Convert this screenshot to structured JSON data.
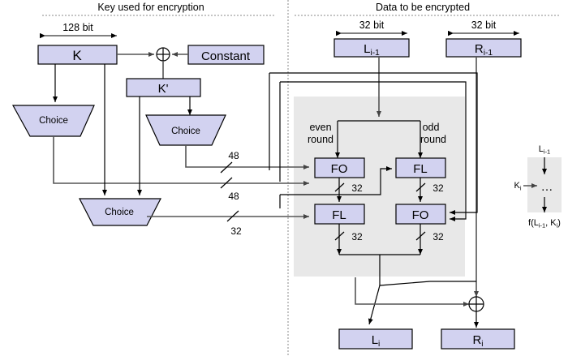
{
  "figure": {
    "title_left": "Key used for encryption",
    "title_right": "Data to be encrypted"
  },
  "key_section": {
    "dimension_label": "128 bit",
    "blocks": {
      "k": "K",
      "constant": "Constant",
      "k_prime": "K'"
    },
    "xor_symbol": "⊕",
    "choice_1": "Choice",
    "choice_2": "Choice",
    "choice_3": "Choice",
    "bus_labels": {
      "bus_48_a": "48",
      "bus_48_b": "48",
      "bus_32": "32"
    }
  },
  "data_section": {
    "dim_left": "32 bit",
    "dim_right": "32 bit",
    "input_left_main": "L",
    "input_left_sub": "i-1",
    "input_right_main": "R",
    "input_right_sub": "i-1",
    "round_label_even_line1": "even",
    "round_label_even_line2": "round",
    "round_label_odd_line1": "odd",
    "round_label_odd_line2": "round",
    "func_blocks": {
      "fo_top_left": "FO",
      "fl_top_right": "FL",
      "fl_bottom_left": "FL",
      "fo_bottom_right": "FO"
    },
    "width_labels": {
      "w1": "32",
      "w2": "32",
      "w3": "32",
      "w4": "32"
    },
    "xor_symbol": "⊕",
    "output_left_main": "L",
    "output_left_sub": "i",
    "output_right_main": "R",
    "output_right_sub": "i"
  },
  "legend": {
    "input_main": "L",
    "input_sub": "i-1",
    "key_main": "K",
    "key_sub": "i",
    "ellipsis": "…",
    "result_text": "f(L",
    "result_sub1": "i-1",
    "result_mid": ", K",
    "result_sub2": "i",
    "result_end": ")"
  },
  "colors": {
    "block_fill": "#d2d2f0",
    "block_stroke": "#000000",
    "panel_fill": "#e8e8e8",
    "wire": "#555555",
    "background": "#ffffff"
  }
}
